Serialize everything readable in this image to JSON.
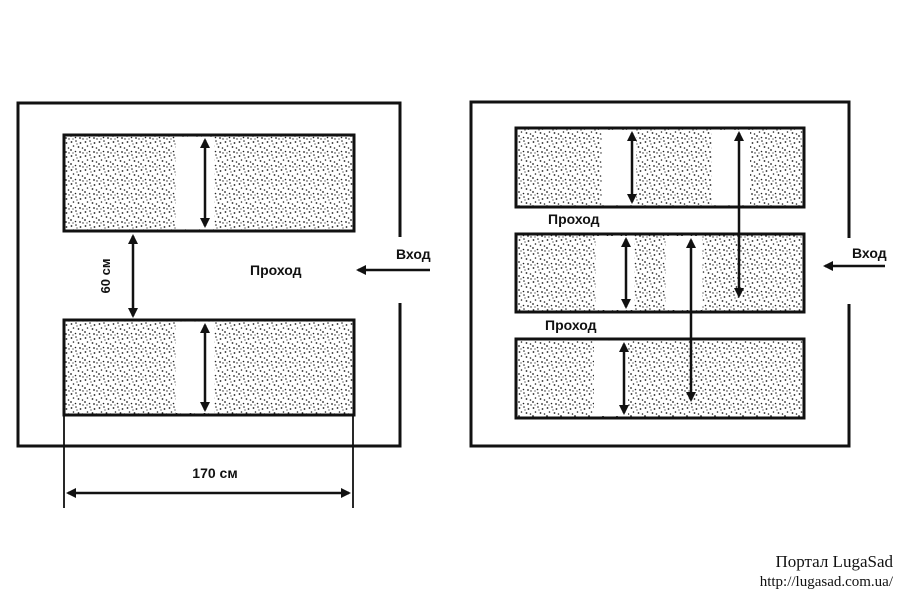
{
  "left_plan": {
    "width_label": "170 см",
    "gap_label": "60 см",
    "passage_label": "Проход",
    "entrance_label": "Вход"
  },
  "right_plan": {
    "passage_top_label": "Проход",
    "passage_bottom_label": "Проход",
    "entrance_label": "Вход"
  },
  "watermark": {
    "title": "Портал LugaSad",
    "url": "http://lugasad.com.ua/"
  }
}
